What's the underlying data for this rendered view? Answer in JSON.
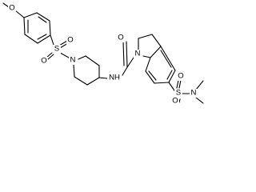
{
  "structure": {
    "labels": {
      "methoxy": "O",
      "sulfonyl_s": "S",
      "sulfonyl_o_top": "O",
      "sulfonyl_o_bottom": "O",
      "piperidine_n": "N",
      "amide_nh": "NH",
      "indoline_n": "N",
      "amide_o": "O",
      "sulfonamide_s": "S",
      "sulfonamide_o_top": "O",
      "sulfonamide_o_bottom": "O",
      "sulfonamide_n": "N"
    }
  }
}
